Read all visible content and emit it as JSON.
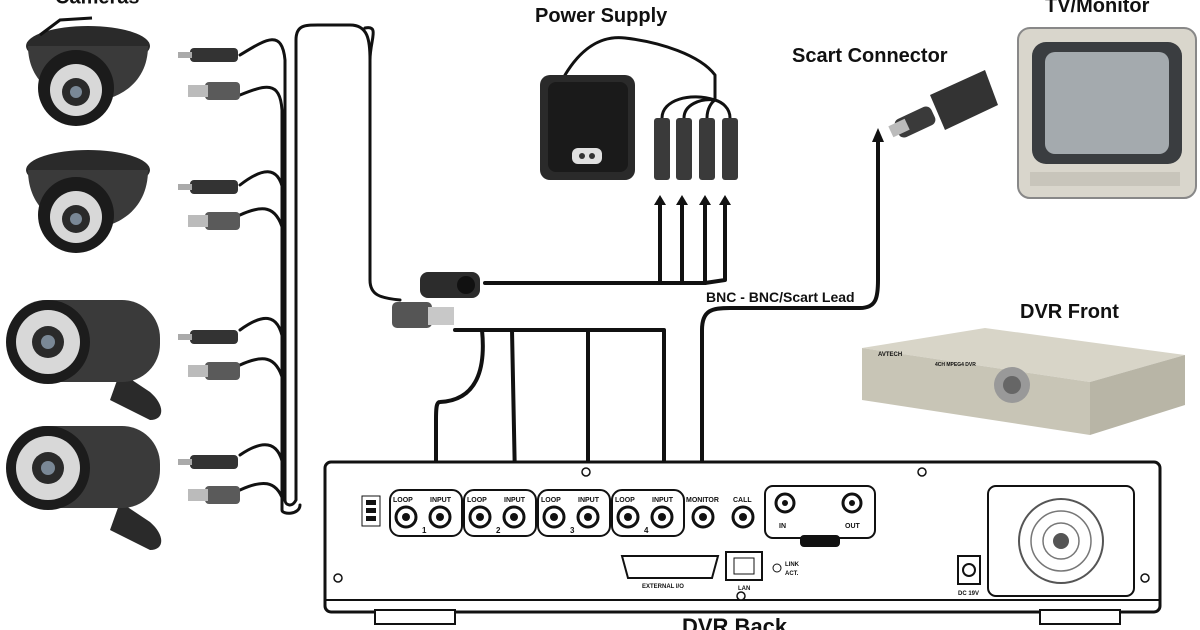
{
  "labels": {
    "cameras": "Cameras",
    "power_supply": "Power Supply",
    "tv_monitor": "TV/Monitor",
    "scart_connector": "Scart Connector",
    "lead": "BNC - BNC/Scart Lead",
    "dvr_front": "DVR Front",
    "dvr_back": "DVR Back"
  },
  "dvr_back_panel": {
    "ports": [
      {
        "top": "LOOP",
        "top2": "INPUT",
        "num": "1"
      },
      {
        "top": "LOOP",
        "top2": "INPUT",
        "num": "2"
      },
      {
        "top": "LOOP",
        "top2": "INPUT",
        "num": "3"
      },
      {
        "top": "LOOP",
        "top2": "INPUT",
        "num": "4"
      }
    ],
    "monitor": "MONITOR",
    "call": "CALL",
    "in": "IN",
    "out": "OUT",
    "external_io": "EXTERNAL I/O",
    "lan": "LAN",
    "link": "LINK",
    "act": "ACT.",
    "dc": "DC 19V"
  },
  "dvr_front_panel": {
    "brand": "AVTECH",
    "model": "4CH MPEG4 DVR"
  }
}
